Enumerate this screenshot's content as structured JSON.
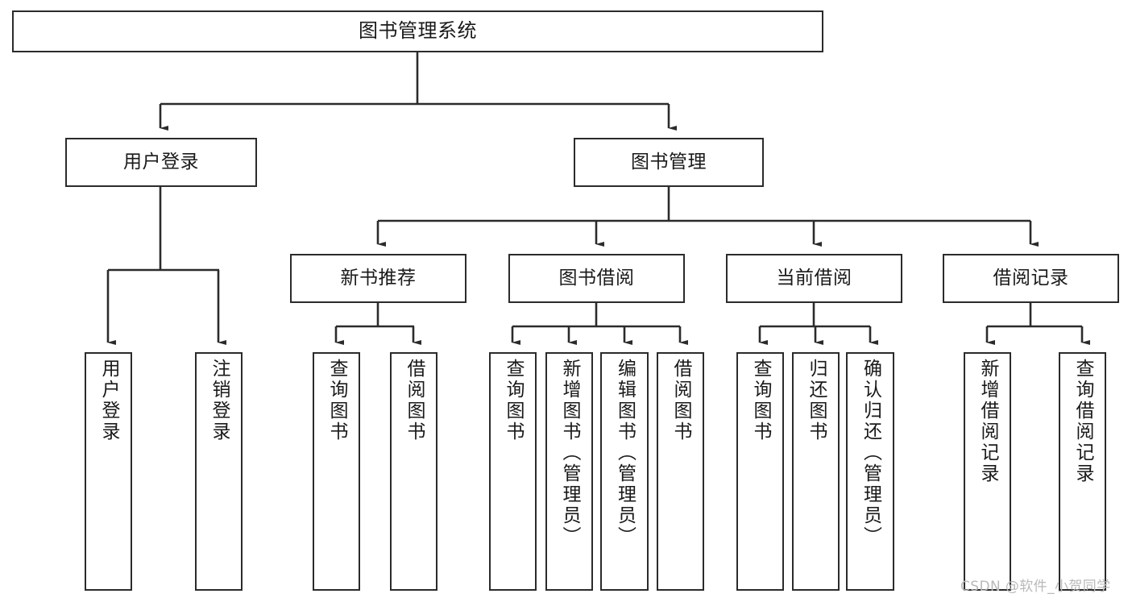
{
  "diagram": {
    "type": "tree-hierarchy-chart",
    "title": "图书管理系统",
    "root": {
      "id": "root",
      "label": "图书管理系统",
      "orientation": "horizontal"
    },
    "level2": [
      {
        "id": "user-login",
        "label": "用户登录",
        "orientation": "horizontal"
      },
      {
        "id": "book-management",
        "label": "图书管理",
        "orientation": "horizontal"
      }
    ],
    "level3": [
      {
        "id": "new-book-recommend",
        "label": "新书推荐",
        "orientation": "horizontal",
        "parent": "book-management"
      },
      {
        "id": "book-borrow",
        "label": "图书借阅",
        "orientation": "horizontal",
        "parent": "book-management"
      },
      {
        "id": "current-borrow",
        "label": "当前借阅",
        "orientation": "horizontal",
        "parent": "book-management"
      },
      {
        "id": "borrow-record",
        "label": "借阅记录",
        "orientation": "horizontal",
        "parent": "book-management"
      }
    ],
    "leaves": [
      {
        "id": "leaf-user-login",
        "label": "用户登录",
        "parent": "user-login",
        "orientation": "vertical"
      },
      {
        "id": "leaf-logout",
        "label": "注销登录",
        "parent": "user-login",
        "orientation": "vertical"
      },
      {
        "id": "leaf-query-book-rec",
        "label": "查询图书",
        "parent": "new-book-recommend",
        "orientation": "vertical"
      },
      {
        "id": "leaf-borrow-book-rec",
        "label": "借阅图书",
        "parent": "new-book-recommend",
        "orientation": "vertical"
      },
      {
        "id": "leaf-query-book-borrow",
        "label": "查询图书",
        "parent": "book-borrow",
        "orientation": "vertical"
      },
      {
        "id": "leaf-add-book",
        "label": "新增图书（管理员）",
        "parent": "book-borrow",
        "orientation": "vertical"
      },
      {
        "id": "leaf-edit-book",
        "label": "编辑图书（管理员）",
        "parent": "book-borrow",
        "orientation": "vertical"
      },
      {
        "id": "leaf-borrow-book",
        "label": "借阅图书",
        "parent": "book-borrow",
        "orientation": "vertical"
      },
      {
        "id": "leaf-query-book-cur",
        "label": "查询图书",
        "parent": "current-borrow",
        "orientation": "vertical"
      },
      {
        "id": "leaf-return-book",
        "label": "归还图书",
        "parent": "current-borrow",
        "orientation": "vertical"
      },
      {
        "id": "leaf-confirm-return",
        "label": "确认归还（管理员）",
        "parent": "current-borrow",
        "orientation": "vertical"
      },
      {
        "id": "leaf-add-record",
        "label": "新增借阅记录",
        "parent": "borrow-record",
        "orientation": "vertical"
      },
      {
        "id": "leaf-query-record",
        "label": "查询借阅记录",
        "parent": "borrow-record",
        "orientation": "vertical"
      }
    ],
    "watermark": "CSDN @软件_小贺同学",
    "colors": {
      "stroke": "#2b2b2b",
      "fill": "#ffffff",
      "text": "#1a1a1a",
      "watermark": "#b9b9b9"
    }
  }
}
